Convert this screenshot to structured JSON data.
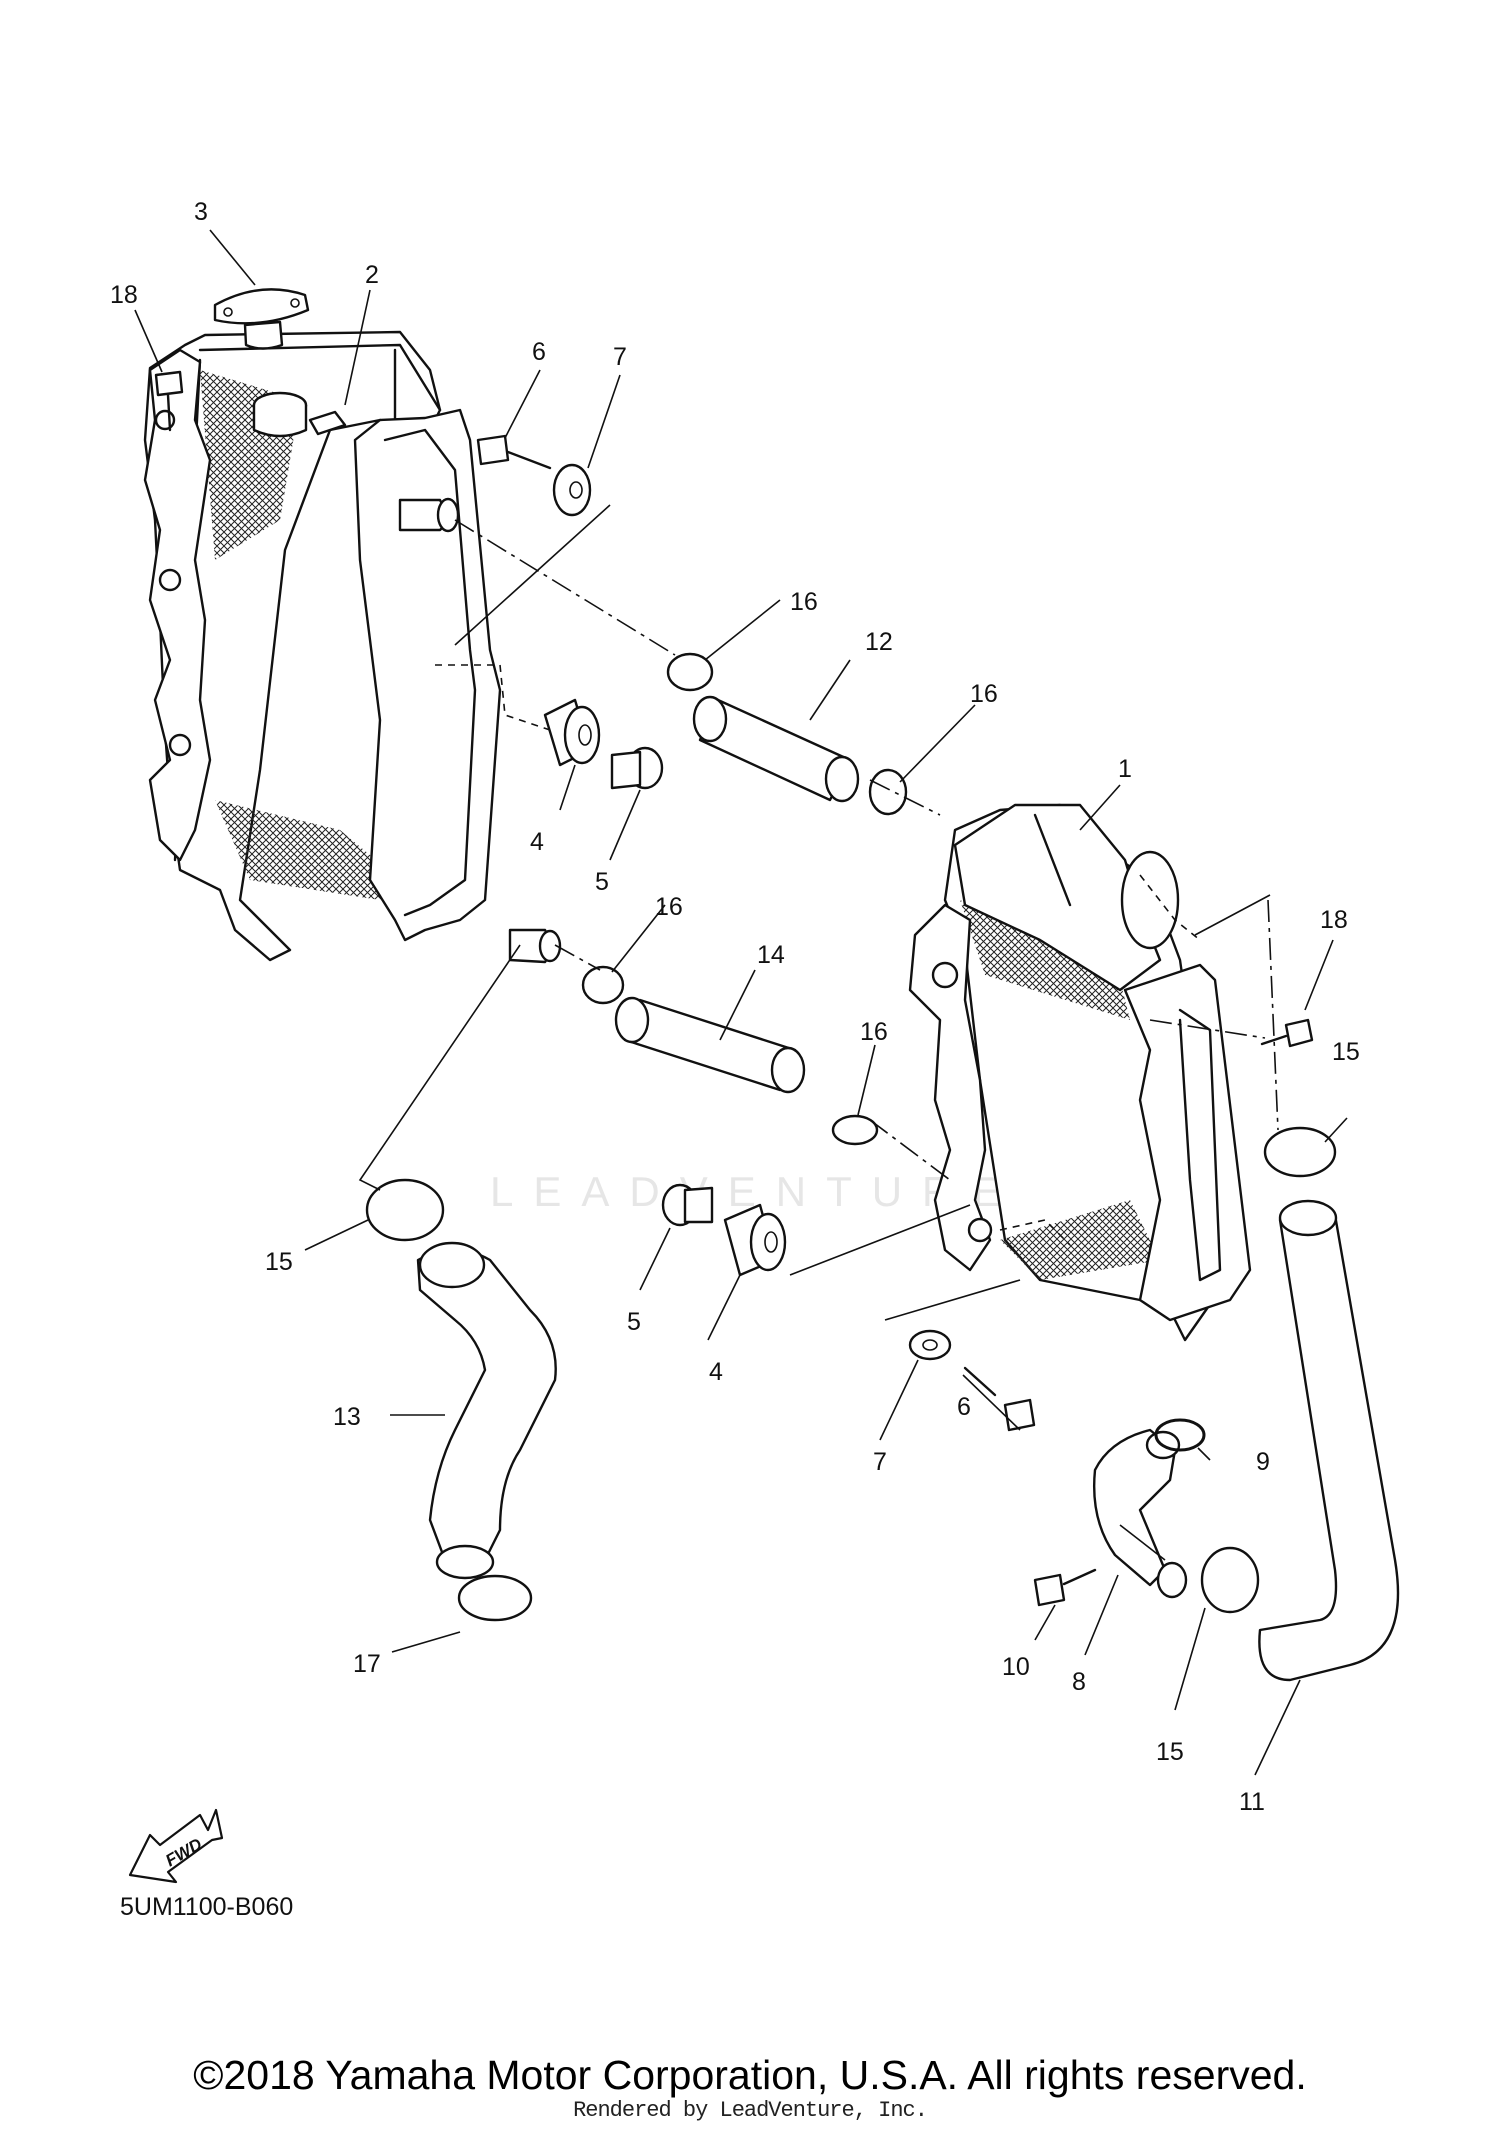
{
  "diagram": {
    "code": "5UM1100-B060",
    "fwd_label": "FWD",
    "watermark": "LEADVENTURE"
  },
  "footer": {
    "copyright": "©2018 Yamaha Motor Corporation, U.S.A. All rights reserved.",
    "rendered_by": "Rendered by LeadVenture, Inc."
  },
  "callouts": {
    "c1": "1",
    "c2": "2",
    "c3": "3",
    "c4a": "4",
    "c4b": "4",
    "c5a": "5",
    "c5b": "5",
    "c6a": "6",
    "c6b": "6",
    "c7a": "7",
    "c7b": "7",
    "c8": "8",
    "c9": "9",
    "c10": "10",
    "c11": "11",
    "c12": "12",
    "c13": "13",
    "c14": "14",
    "c15a": "15",
    "c15b": "15",
    "c15c": "15",
    "c16a": "16",
    "c16b": "16",
    "c16c": "16",
    "c16d": "16",
    "c17": "17",
    "c18a": "18",
    "c18b": "18"
  }
}
